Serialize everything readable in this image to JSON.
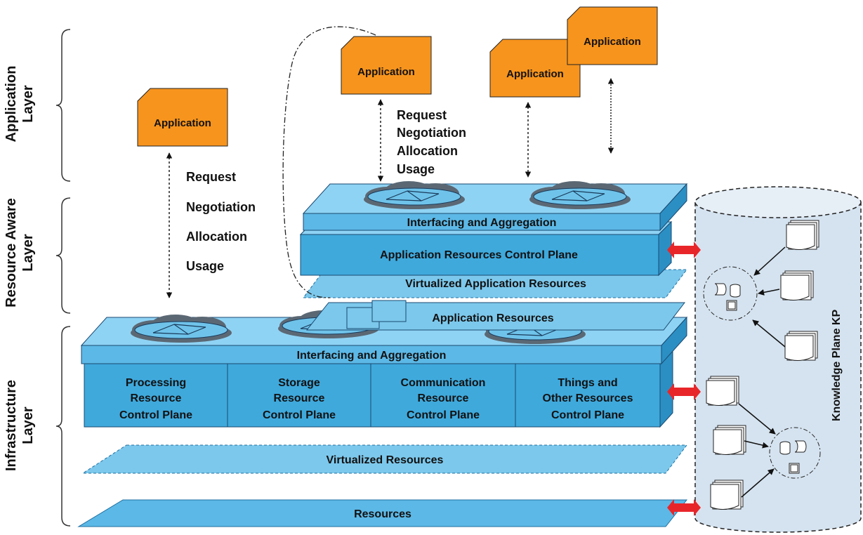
{
  "layers": {
    "application": [
      "Application",
      "Layer"
    ],
    "resource_aware": [
      "Resource Aware",
      "Layer"
    ],
    "infrastructure": [
      "Infrastructure",
      "Layer"
    ]
  },
  "applications": [
    "Application",
    "Application",
    "Application",
    "Application"
  ],
  "request_words_left": [
    "Request",
    "Negotiation",
    "Allocation",
    "Usage"
  ],
  "request_words_top": [
    "Request",
    "Negotiation",
    "Allocation",
    "Usage"
  ],
  "resource_aware": {
    "interfacing": "Interfacing and Aggregation",
    "control_plane": "Application  Resources Control Plane",
    "virtualized": "Virtualized Application Resources",
    "app_resources": "Application  Resources"
  },
  "infrastructure": {
    "interfacing": "Interfacing and Aggregation",
    "control_planes": [
      [
        "Processing",
        "Resource",
        "Control Plane"
      ],
      [
        "Storage",
        "Resource",
        "Control Plane"
      ],
      [
        "Communication",
        "Resource",
        "Control Plane"
      ],
      [
        "Things and",
        "Other Resources",
        "Control Plane"
      ]
    ],
    "virtualized": "Virtualized Resources",
    "resources": "Resources"
  },
  "knowledge_plane": "Knowledge Plane KP",
  "colors": {
    "box_front": "#3fa9dc",
    "box_top": "#8fd3f4",
    "box_side": "#2b8fc4",
    "application": "#f7941d",
    "knowledge_plane": "#d5e3f0",
    "cloud": "#5b6874",
    "double_arrow": "#e8262a"
  }
}
